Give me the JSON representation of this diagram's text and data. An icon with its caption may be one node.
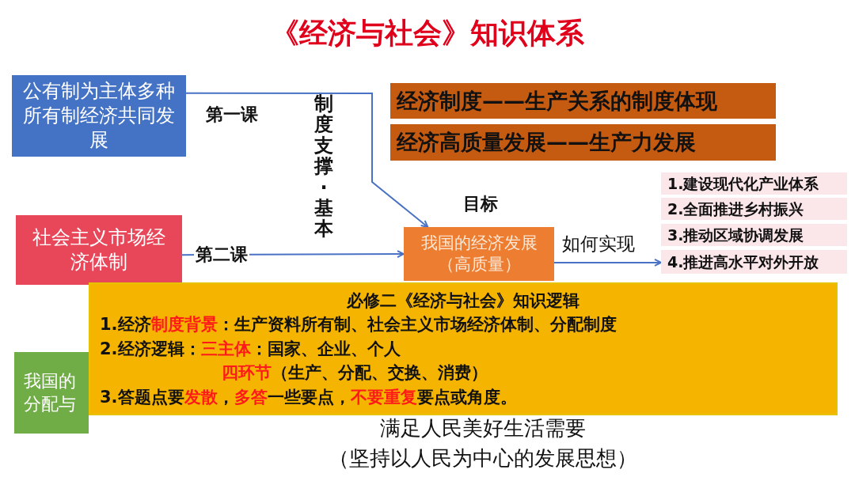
{
  "diagram": {
    "title": "《经济与社会》知识体系",
    "nodes": [
      {
        "text": [
          "公有制为主体多种所有制经济共同发展"
        ]
      },
      {
        "text": [
          "社会主义市场经济体制"
        ]
      },
      {
        "text": [
          "我国的分配与"
        ]
      },
      {
        "text": [
          "经济制度——生产关系的制度体现"
        ]
      },
      {
        "text": [
          "经济高质量发展——生产力发展"
        ]
      },
      {
        "text": [
          "我国的经济发展（高质量）"
        ]
      },
      {
        "text": [
          "1.建设现代化产业体系"
        ]
      },
      {
        "text": [
          "2.全面推进乡村振兴"
        ]
      },
      {
        "text": [
          "3.推动区域协调发展"
        ]
      },
      {
        "text": [
          "4.推进高水平对外开放"
        ]
      },
      {
        "text": [
          "必修二《经济与社会》知识逻辑",
          "1.经济**制度背景**：生产资料所有制、社会主义市场经济体制、分配制度",
          "2.经济逻辑：**三主体**：国家、企业、个人",
          "**四环节**（生产、分配、交换、消费）",
          "3.答题点要**发散**，**多答**一些要点，**不要重复**要点或角度。"
        ]
      }
    ],
    "edges": [
      {
        "from": 0,
        "to": 5,
        "arrow": "to",
        "label": "第一课"
      },
      {
        "from": 1,
        "to": 5,
        "arrow": "to",
        "label": "第二课"
      },
      {
        "from": 5,
        "to": 9,
        "arrow": "to",
        "label": "如何实现"
      }
    ],
    "labels": [
      "制度支撑·基本",
      "目标",
      "满足人民美好生活需要",
      "（坚持以人民为中心的发展思想）"
    ]
  }
}
